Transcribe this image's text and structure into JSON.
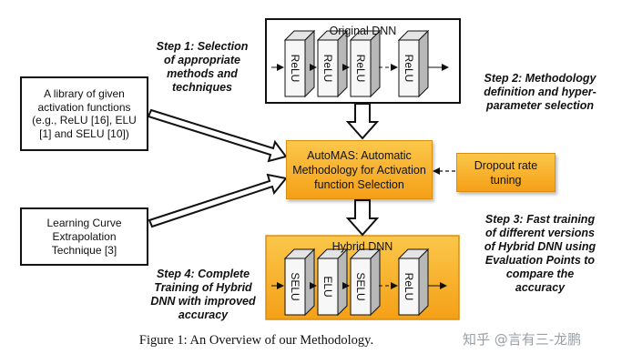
{
  "original_dnn": {
    "title": "Original DNN",
    "layers": [
      "ReLU",
      "ReLU",
      "ReLU",
      "ReLU"
    ]
  },
  "hybrid_dnn": {
    "title": "Hybrid DNN",
    "layers": [
      "SELU",
      "ELU",
      "SELU",
      "ReLU"
    ]
  },
  "library_box": {
    "lines": [
      "A library of given",
      "activation functions",
      "(e.g., ReLU [16], ELU",
      "[1] and SELU [10])"
    ]
  },
  "learning_curve_box": {
    "lines": [
      "Learning Curve",
      "Extrapolation",
      "Technique [3]"
    ]
  },
  "automas_box": {
    "lines": [
      "AutoMAS: Automatic",
      "Methodology for Activation",
      "function Selection"
    ]
  },
  "dropout_box": {
    "lines": [
      "Dropout rate",
      "tuning"
    ]
  },
  "steps": {
    "step1": [
      "Step 1: Selection",
      "of appropriate",
      "methods and",
      "techniques"
    ],
    "step2": [
      "Step 2: Methodology",
      "definition and hyper-",
      "parameter selection"
    ],
    "step3": [
      "Step 3: Fast training",
      "of different versions",
      "of Hybrid DNN using",
      "Evaluation Points to",
      "compare the",
      "accuracy"
    ],
    "step4": [
      "Step 4: Complete",
      "Training of Hybrid",
      "DNN with improved",
      "accuracy"
    ]
  },
  "caption": "Figure 1: An Overview of our Methodology.",
  "watermark": "知乎 @言有三-龙鹏",
  "colors": {
    "orange_top": "#fbc74a",
    "orange_bottom": "#f5a017",
    "outline": "#111111"
  }
}
